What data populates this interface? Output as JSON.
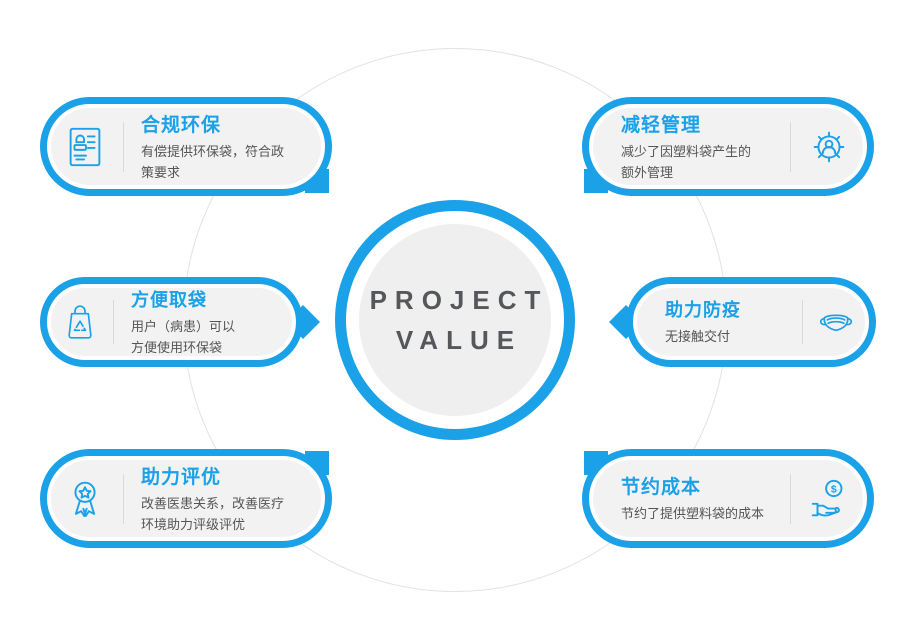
{
  "center": {
    "line1": "PROJECT",
    "line2": "VALUE"
  },
  "colors": {
    "accent": "#1aa1e8",
    "pill_background": "#f2f2f2",
    "center_fill": "#efefef",
    "body_text": "#555555"
  },
  "cards": [
    {
      "title": "合规环保",
      "body": "有偿提供环保袋，符合政\n策要求",
      "icon": "stamp-icon",
      "side": "left"
    },
    {
      "title": "方便取袋",
      "body": "用户（病患）可以\n方便使用环保袋",
      "icon": "recycle-bag-icon",
      "side": "left"
    },
    {
      "title": "助力评优",
      "body": "改善医患关系，改善医疗\n环境助力评级评优",
      "icon": "medal-icon",
      "side": "left"
    },
    {
      "title": "减轻管理",
      "body": "减少了因塑料袋产生的\n额外管理",
      "icon": "gear-user-icon",
      "side": "right"
    },
    {
      "title": "助力防疫",
      "body": "无接触交付",
      "icon": "mask-icon",
      "side": "right"
    },
    {
      "title": "节约成本",
      "body": "节约了提供塑料袋的成本",
      "icon": "hand-coin-icon",
      "side": "right"
    }
  ]
}
